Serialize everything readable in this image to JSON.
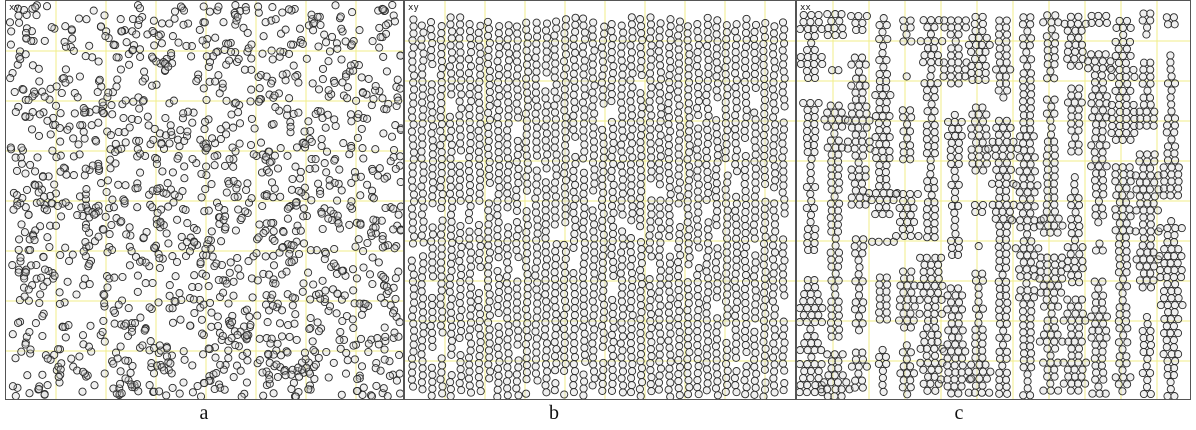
{
  "figure": {
    "panels": [
      {
        "id": "a",
        "caption": "a",
        "corner_tag": "xy",
        "arrangement": "random"
      },
      {
        "id": "b",
        "caption": "b",
        "corner_tag": "xy",
        "arrangement": "vertical-chains"
      },
      {
        "id": "c",
        "caption": "c",
        "corner_tag": "xx",
        "arrangement": "vertical-columns"
      }
    ]
  },
  "colors": {
    "background": "#ffffff",
    "frame": "#555555",
    "gridline": "#f0ee8a",
    "particle_stroke": "#2a2a2a",
    "particle_fill": "#d4d4d4"
  }
}
